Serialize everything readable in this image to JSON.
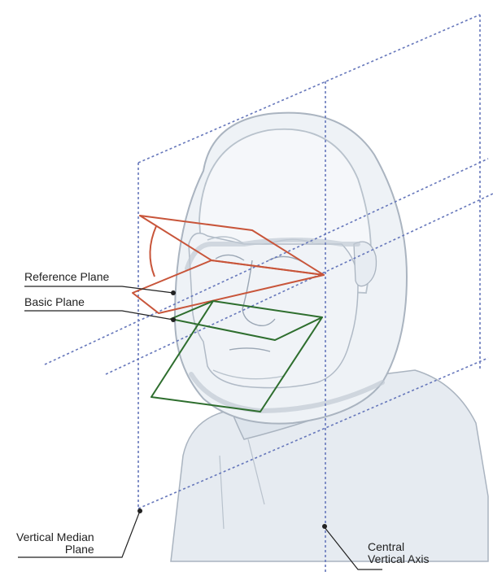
{
  "diagram": {
    "labels": {
      "reference_plane": "Reference Plane",
      "basic_plane": "Basic Plane",
      "vertical_median_plane": [
        "Vertical Median",
        "Plane"
      ],
      "central_vertical_axis": [
        "Central",
        "Vertical Axis"
      ]
    },
    "colors": {
      "reference_plane": "#c8553a",
      "basic_plane": "#2e6e2e",
      "dashed_axes": "#6677bb",
      "head_outline": "#aab4c0",
      "head_fill": "#eef2f6",
      "shoulder_fill": "#e6ebf1",
      "leader_line": "#222222"
    }
  }
}
